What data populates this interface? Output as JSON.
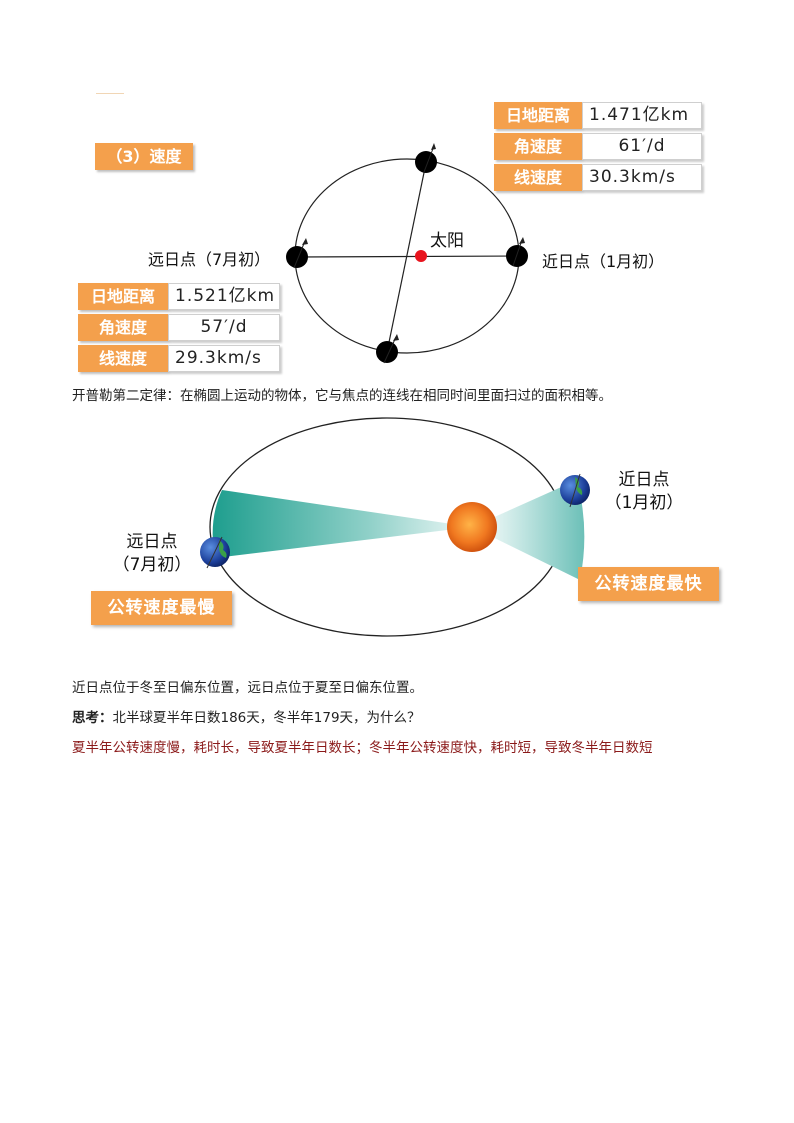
{
  "section_label": "（3）速度",
  "perihelion_table": {
    "rows": [
      {
        "key": "日地距离",
        "value": "1.471亿km"
      },
      {
        "key": "角速度",
        "value": "61′/d"
      },
      {
        "key": "线速度",
        "value": "30.3km/s"
      }
    ]
  },
  "aphelion_table": {
    "rows": [
      {
        "key": "日地距离",
        "value": "1.521亿km"
      },
      {
        "key": "角速度",
        "value": "57′/d"
      },
      {
        "key": "线速度",
        "value": "29.3km/s"
      }
    ]
  },
  "diagram1": {
    "sun_label": "太阳",
    "aphelion_label": "远日点（7月初）",
    "perihelion_label": "近日点（1月初）"
  },
  "kepler_law": "开普勒第二定律：在椭圆上运动的物体，它与焦点的连线在相同时间里面扫过的面积相等。",
  "diagram2": {
    "perihelion_line1": "近日点",
    "perihelion_line2": "（1月初）",
    "aphelion_line1": "远日点",
    "aphelion_line2": "（7月初）",
    "fastest_badge": "公转速度最快",
    "slowest_badge": "公转速度最慢"
  },
  "position_note": "近日点位于冬至日偏东位置，远日点位于夏至日偏东位置。",
  "question": {
    "prefix": "思考：",
    "text": "北半球夏半年日数186天，冬半年179天，为什么？"
  },
  "answer": "夏半年公转速度慢，耗时长，导致夏半年日数长；冬半年公转速度快，耗时短，导致冬半年日数短",
  "colors": {
    "accent": "#f4a04c",
    "sun_dot": "#e8141e",
    "answer_text": "#8b1a1a"
  }
}
